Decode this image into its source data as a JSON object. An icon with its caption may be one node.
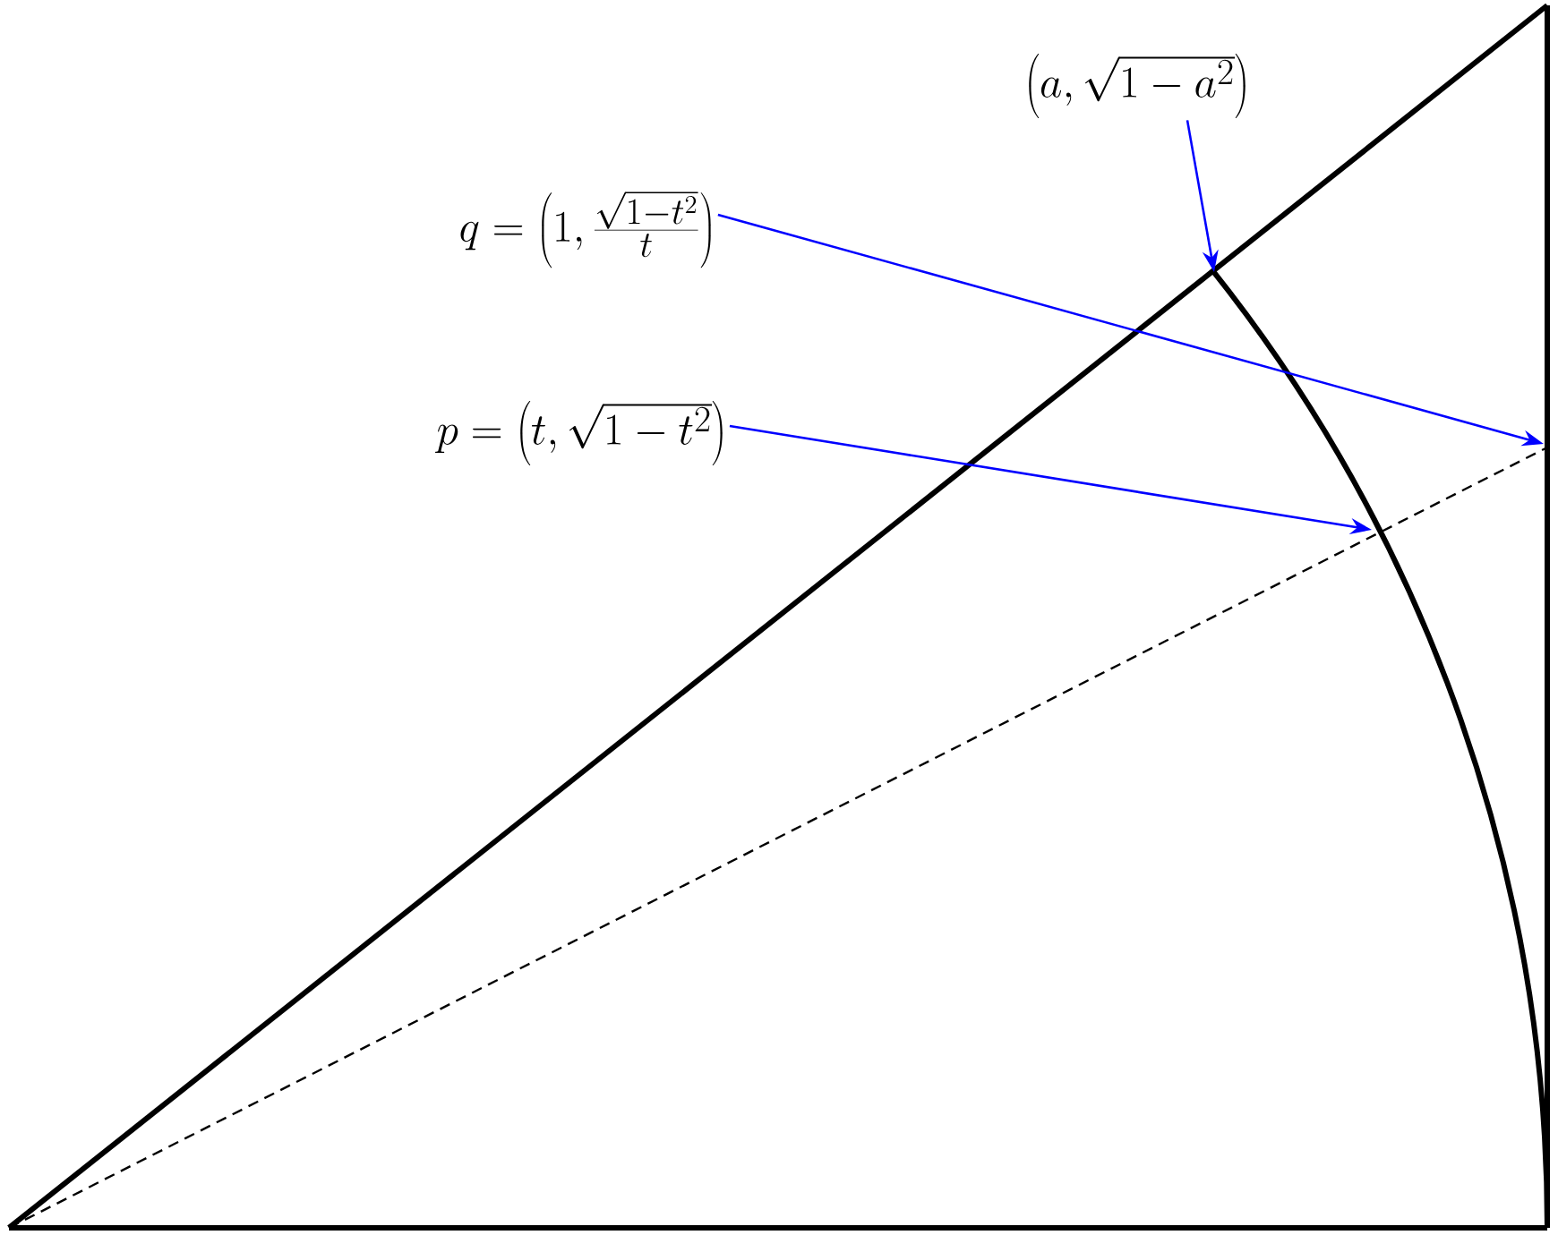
{
  "diagram": {
    "nodes": [
      {
        "text": [
          "q = \\left(1, \\frac{\\sqrt{1-t^2}}{t}\\right)"
        ]
      },
      {
        "text": [
          "p = \\left(t, \\sqrt{1-t^2}\\right)"
        ]
      },
      {
        "text": [
          "\\left(a, \\sqrt{1-a^2}\\right)"
        ]
      }
    ],
    "edges": [
      {
        "from": 0,
        "to": null,
        "arrow": "to",
        "color": "#0000ff"
      },
      {
        "from": 1,
        "to": null,
        "arrow": "to",
        "color": "#0000ff"
      },
      {
        "from": 2,
        "to": null,
        "arrow": "to",
        "color": "#0000ff"
      }
    ]
  }
}
